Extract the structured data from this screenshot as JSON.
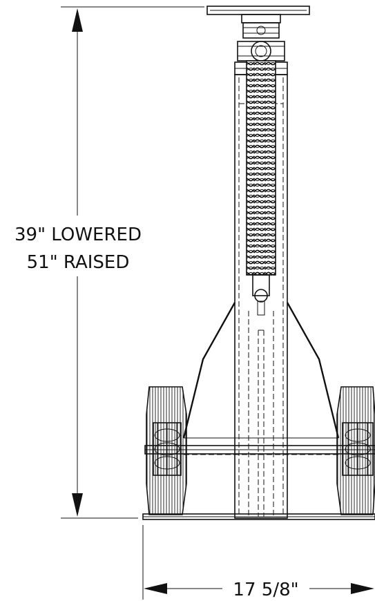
{
  "dimensions": {
    "height_lowered": "39\" LOWERED",
    "height_raised": "51\" RAISED",
    "width": "17 5/8\""
  },
  "colors": {
    "line": "#111111",
    "background": "#ffffff"
  },
  "icons": {
    "arrow": "arrowhead"
  }
}
